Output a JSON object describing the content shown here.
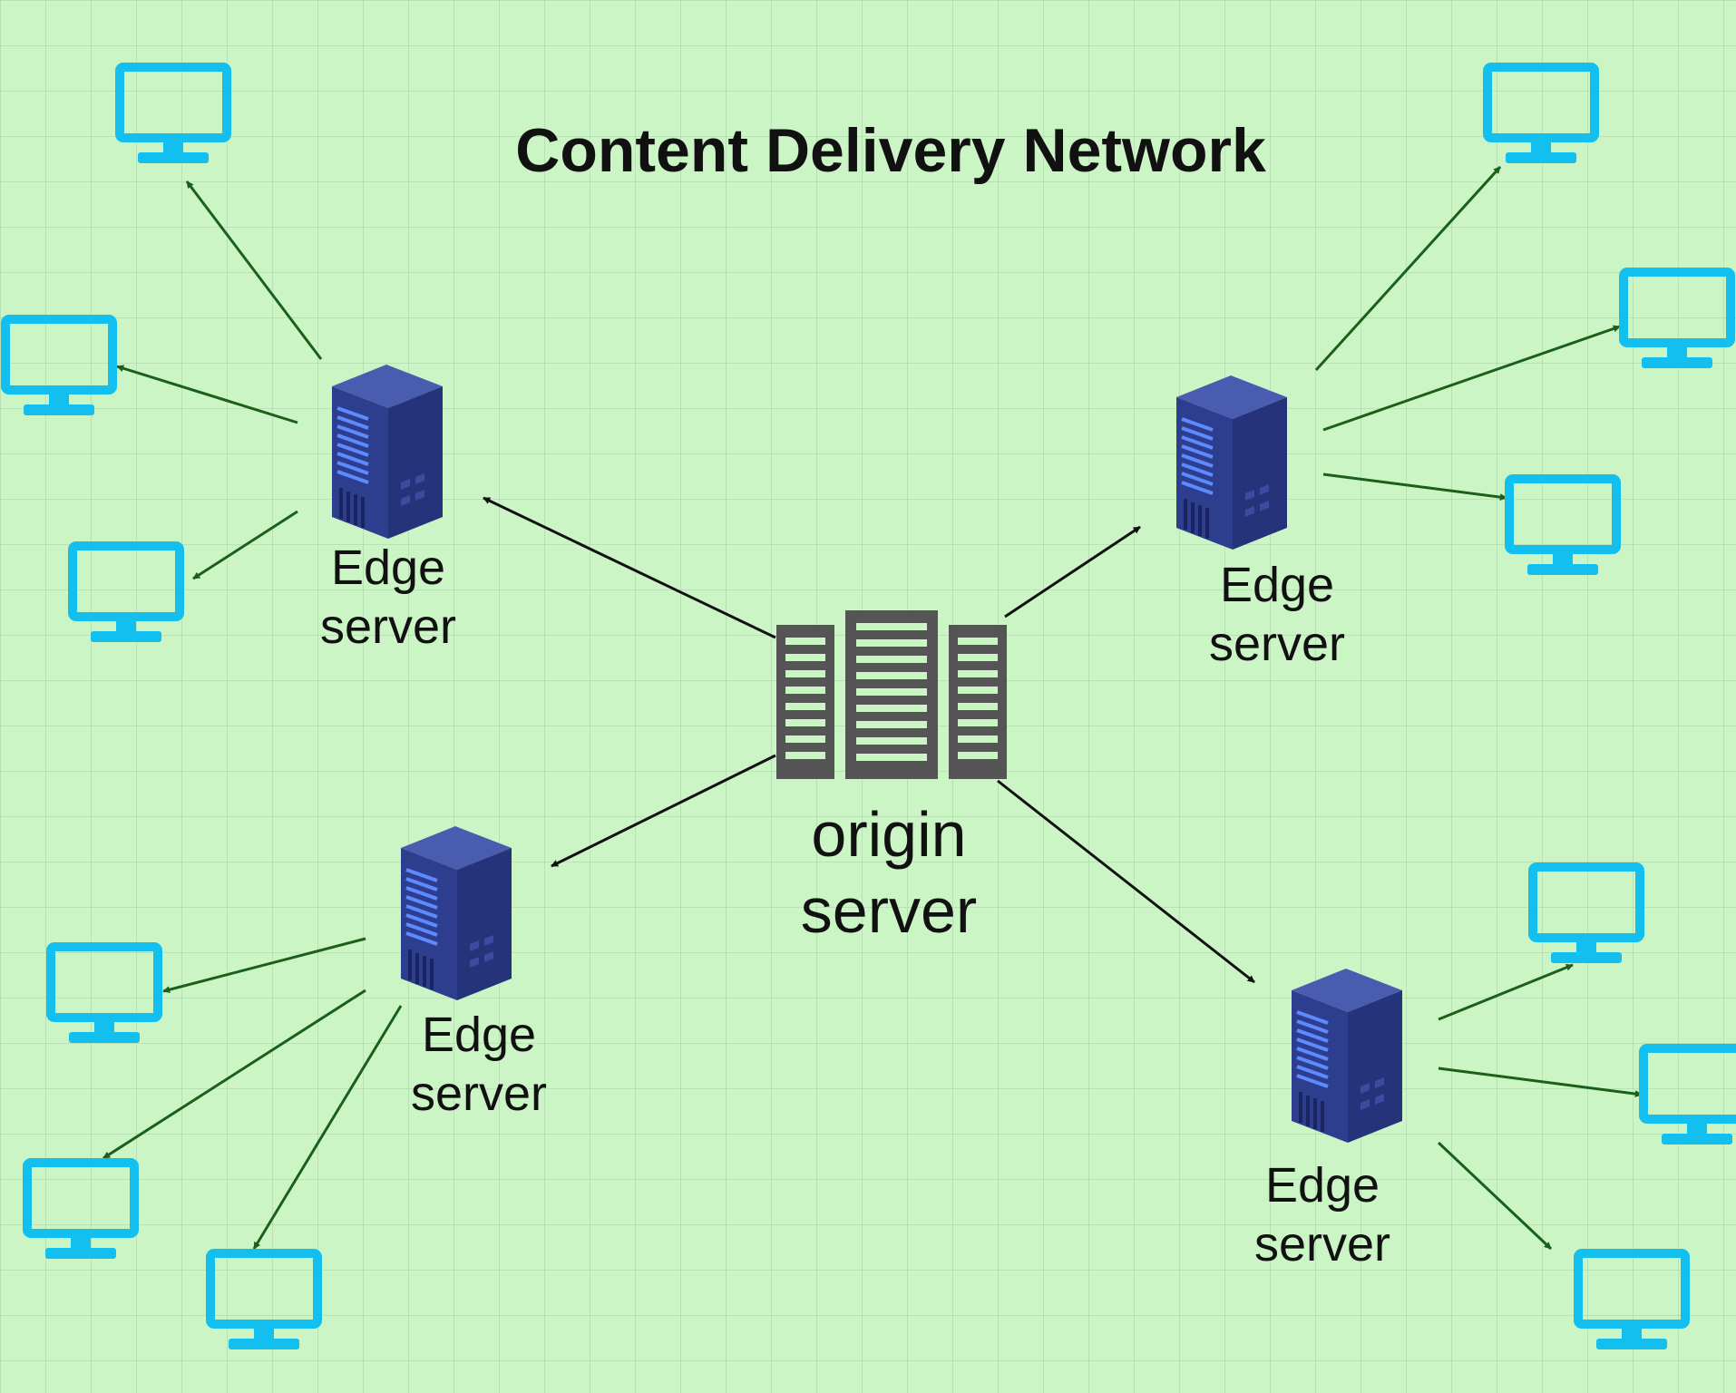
{
  "title": "Content Delivery Network",
  "origin": {
    "line1": "origin",
    "line2": "server"
  },
  "edge_servers": [
    {
      "line1": "Edge",
      "line2": "server"
    },
    {
      "line1": "Edge",
      "line2": "server"
    },
    {
      "line1": "Edge",
      "line2": "server"
    },
    {
      "line1": "Edge",
      "line2": "server"
    }
  ],
  "colors": {
    "background": "#ccf5c6",
    "monitor": "#12bfee",
    "server_blue": "#2e3e8e",
    "server_led": "#4a78ee",
    "origin_gray": "#555555",
    "arrow_black": "#111111",
    "arrow_green": "#1a5f1a"
  },
  "icons": {
    "origin": "datacenter-icon",
    "edge": "server-rack-icon",
    "client": "desktop-monitor-icon"
  }
}
